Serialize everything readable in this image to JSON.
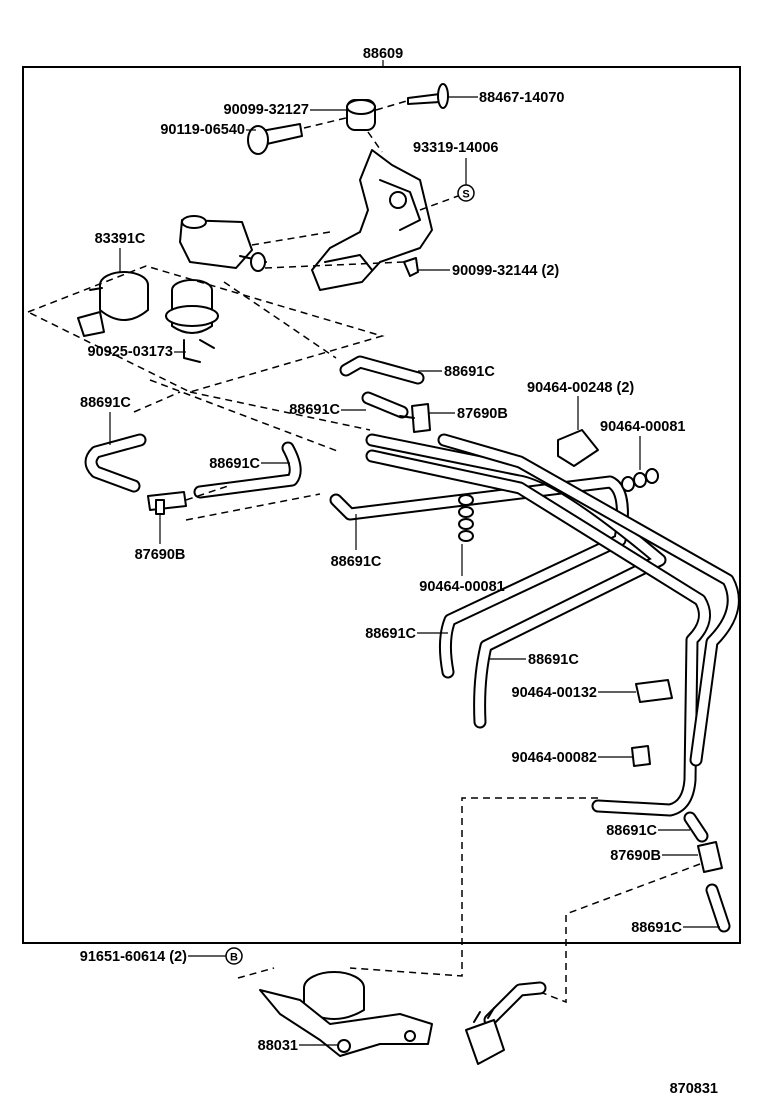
{
  "assembly_no": "88609",
  "diagram_no": "870831",
  "callouts": {
    "c1": "90099-32127",
    "c2": "88467-14070",
    "c3": "90119-06540",
    "c4": "93319-14006",
    "c5": "83391C",
    "c6": "90099-32144 (2)",
    "c7": "90925-03173",
    "c8": "88691C",
    "c9": "90464-00248 (2)",
    "c10": "88691C",
    "c11": "88691C",
    "c12": "87690B",
    "c13": "90464-00081",
    "c14": "88691C",
    "c15": "87690B",
    "c16": "88691C",
    "c17": "90464-00081",
    "c18": "88691C",
    "c19": "88691C",
    "c20": "90464-00132",
    "c21": "90464-00082",
    "c22": "88691C",
    "c23": "87690B",
    "c24": "88691C",
    "c25": "91651-60614 (2)",
    "c26": "88031"
  },
  "symbols": {
    "s": "S",
    "b": "B"
  }
}
